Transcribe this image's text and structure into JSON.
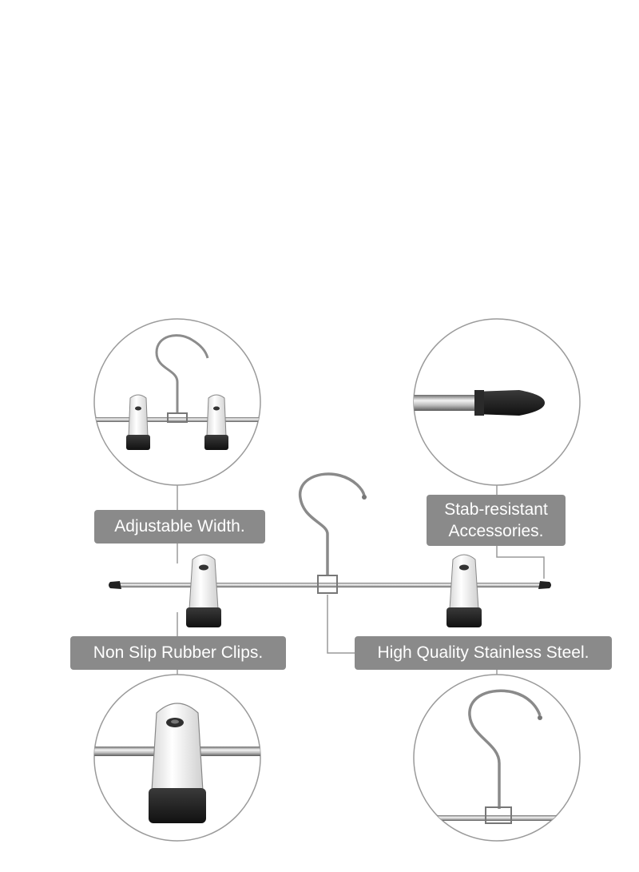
{
  "labels": {
    "adjustable_width": "Adjustable Width.",
    "stab_resistant_line1": "Stab-resistant",
    "stab_resistant_line2": "Accessories.",
    "non_slip_clips": "Non Slip Rubber Clips.",
    "stainless_steel": "High Quality Stainless Steel."
  },
  "colors": {
    "label_bg": "#8a8a8a",
    "label_text": "#ffffff",
    "circle_stroke": "#9a9a9a",
    "rubber": "#222222",
    "chrome": "#b9b9b9"
  }
}
